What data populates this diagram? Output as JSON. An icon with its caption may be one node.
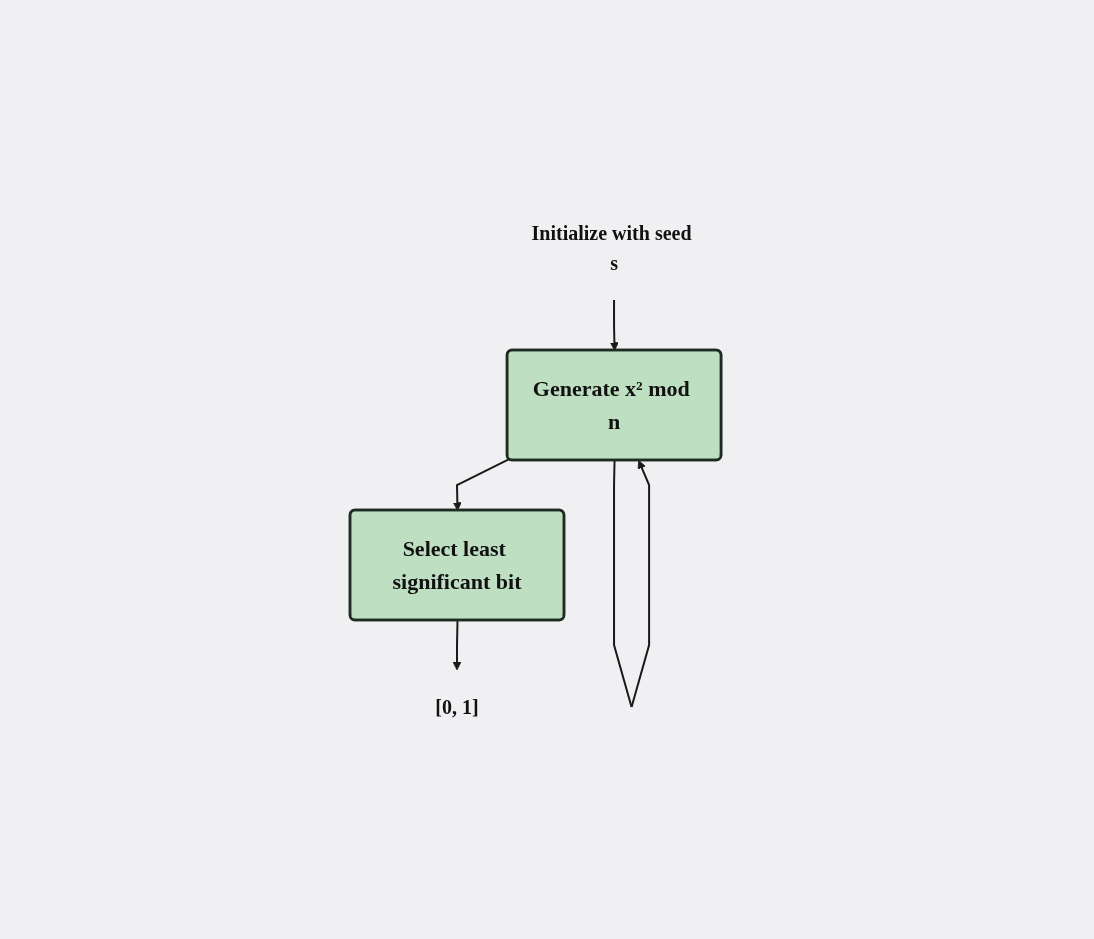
{
  "diagram": {
    "nodes": [
      {
        "text": [
          "Initialize with seed s"
        ]
      },
      {
        "text": [
          "Generate x² mod n"
        ]
      },
      {
        "text": [
          "Select least significant bit"
        ]
      },
      {
        "text": [
          "[0, 1]"
        ]
      }
    ],
    "edges": [
      {
        "from": 0,
        "to": 1,
        "arrow": "to"
      },
      {
        "from": 1,
        "to": 2,
        "arrow": "to"
      },
      {
        "from": 1,
        "to": 1,
        "arrow": "to"
      },
      {
        "from": 2,
        "to": 3,
        "arrow": "to"
      }
    ]
  }
}
